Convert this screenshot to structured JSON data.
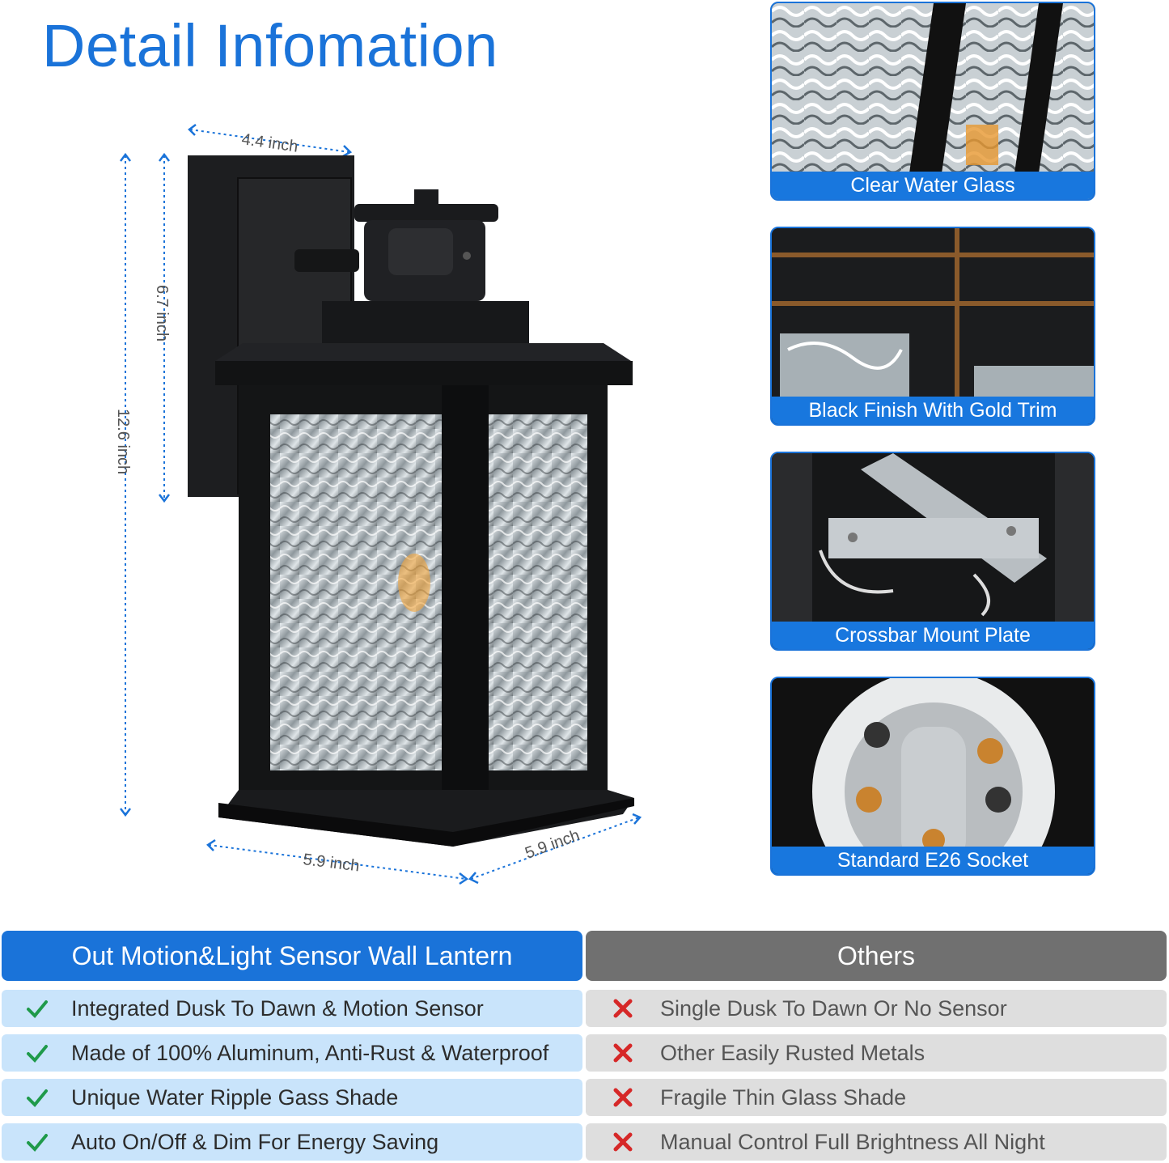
{
  "title": "Detail Infomation",
  "dimensions": {
    "top_width": "4.4 inch",
    "backplate_height": "6.7 inch",
    "total_height": "12.6 inch",
    "base_width": "5.9 inch",
    "base_depth": "5.9 inch"
  },
  "thumbnails": [
    {
      "caption": "Clear Water Glass"
    },
    {
      "caption": "Black Finish With Gold Trim"
    },
    {
      "caption": "Crossbar Mount Plate"
    },
    {
      "caption": "Standard E26 Socket"
    }
  ],
  "comparison": {
    "ours_header": "Out Motion&Light Sensor Wall Lantern",
    "others_header": "Others",
    "ours": [
      "Integrated Dusk To Dawn & Motion Sensor",
      "Made of 100% Aluminum, Anti-Rust & Waterproof",
      "Unique Water Ripple Gass Shade",
      "Auto On/Off & Dim For Energy Saving"
    ],
    "others": [
      "Single Dusk To Dawn Or No Sensor",
      "Other Easily Rusted Metals",
      "Fragile Thin Glass Shade",
      "Manual Control Full Brightness All Night"
    ]
  },
  "colors": {
    "accent": "#1a73d9",
    "ours_row": "#c9e4fb",
    "others_row": "#dedede",
    "others_header": "#707070",
    "check": "#1f9a4a",
    "cross": "#d62828"
  },
  "icons": {
    "ours_row_icon": "check-icon",
    "others_row_icon": "cross-icon"
  }
}
